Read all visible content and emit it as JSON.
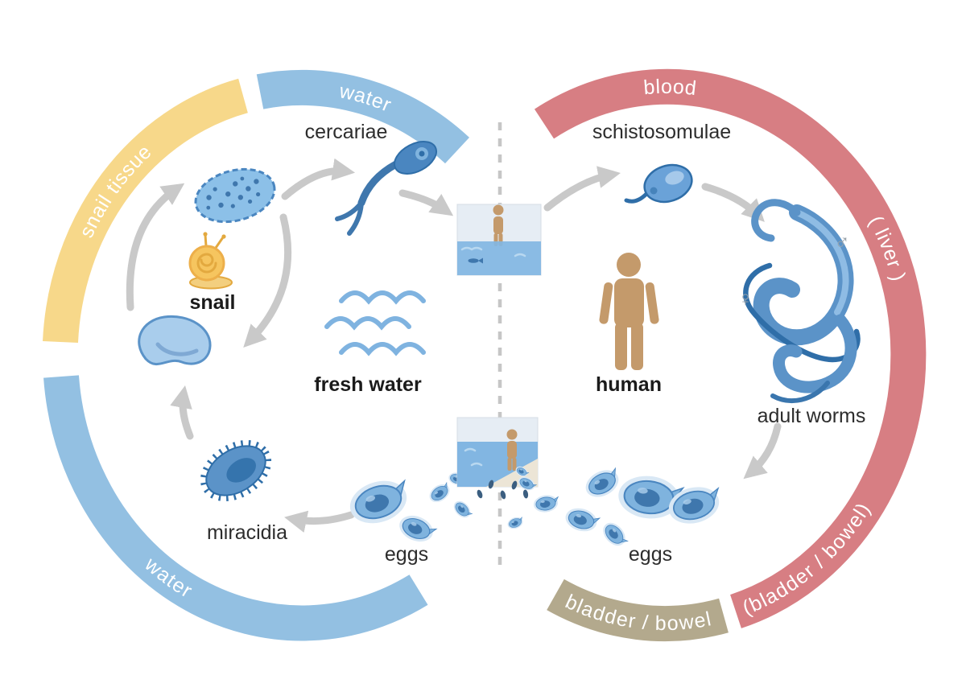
{
  "arc_labels": {
    "water_top": "water",
    "snail_tissue": "snail tissue",
    "water_bottom": "water",
    "blood": "blood",
    "liver": "( liver )",
    "bladder_bowel_arc": "(bladder / bowel)",
    "bladder_bowel_exit": "bladder / bowel"
  },
  "stage_labels": {
    "cercariae": "cercariae",
    "schistosomulae": "schistosomulae",
    "snail": "snail",
    "fresh_water": "fresh water",
    "human": "human",
    "adult_worms": "adult worms",
    "miracidia": "miracidia",
    "eggs_left": "eggs",
    "eggs_right": "eggs"
  },
  "symbols": {
    "male": "♂",
    "female": "♀"
  },
  "colors": {
    "arc_water_blue": "#93c0e2",
    "arc_snail_tissue_yellow": "#f7d88a",
    "arc_blood_red": "#d77e83",
    "arc_bladder_bowel_tan": "#b3a98d",
    "arrow_gray": "#c9c9c9",
    "divider_gray": "#c6c6c6",
    "human_tan": "#c49a6b"
  }
}
